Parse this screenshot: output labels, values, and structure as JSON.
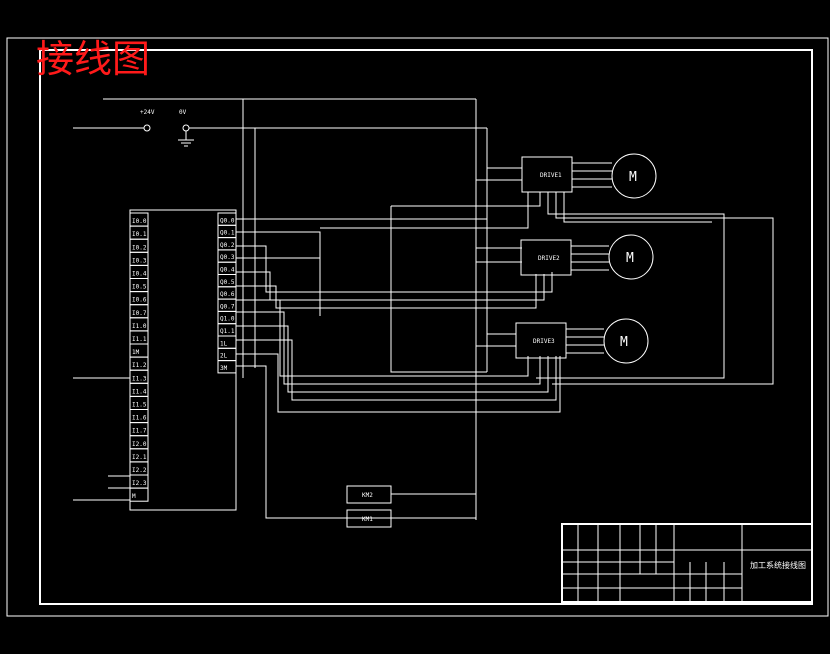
{
  "title": "接线图",
  "colors": {
    "background": "#000000",
    "line": "#ffffff",
    "title": "#ff1a1a"
  },
  "power": {
    "plus24": "+24V",
    "zero": "0V"
  },
  "plc_left_terminals": [
    "I0.0",
    "I0.1",
    "I0.2",
    "I0.3",
    "I0.4",
    "I0.5",
    "I0.6",
    "I0.7",
    "I1.0",
    "I1.1",
    "1M",
    "I1.2",
    "I1.3",
    "I1.4",
    "I1.5",
    "I1.6",
    "I1.7",
    "I2.0",
    "I2.1",
    "I2.2",
    "I2.3",
    "M"
  ],
  "plc_right_terminals": [
    "Q0.0",
    "Q0.1",
    "Q0.2",
    "Q0.3",
    "Q0.4",
    "Q0.5",
    "Q0.6",
    "Q0.7",
    "Q1.0",
    "Q1.1",
    "1L",
    "2L",
    "3M"
  ],
  "drivers": [
    {
      "label": "DRIVE1",
      "motor": "M"
    },
    {
      "label": "DRIVE2",
      "motor": "M"
    },
    {
      "label": "DRIVE3",
      "motor": "M"
    }
  ],
  "relays": [
    "KM2",
    "KM1"
  ],
  "title_block_name": "加工系统接线图"
}
